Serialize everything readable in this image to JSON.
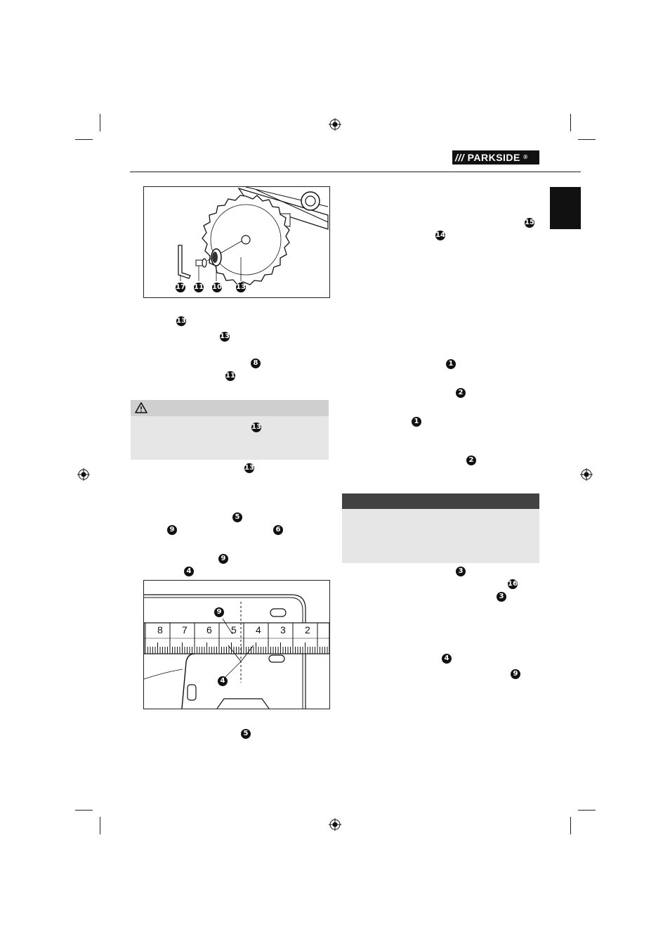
{
  "header": {
    "brand": "PARKSIDE",
    "brand_prefix": "///",
    "registered": "®"
  },
  "figure_blade": {
    "callouts": [
      "17",
      "11",
      "10",
      "13"
    ]
  },
  "figure_scale": {
    "scale_numbers": [
      "8",
      "7",
      "6",
      "5",
      "4",
      "3",
      "2"
    ],
    "callouts": [
      "9",
      "4"
    ]
  },
  "left_column_refs": [
    "13",
    "13",
    "8",
    "11",
    "13",
    "13",
    "5",
    "9",
    "6",
    "9",
    "4",
    "5"
  ],
  "right_column_refs": [
    "15",
    "14",
    "1",
    "2",
    "1",
    "2",
    "3",
    "16",
    "3",
    "4",
    "9"
  ],
  "warning_icon": "warning-triangle-icon",
  "colors": {
    "ink": "#111111",
    "warning_header": "#cfcfcf",
    "box_fill": "#e6e6e6",
    "note_header": "#424242"
  }
}
